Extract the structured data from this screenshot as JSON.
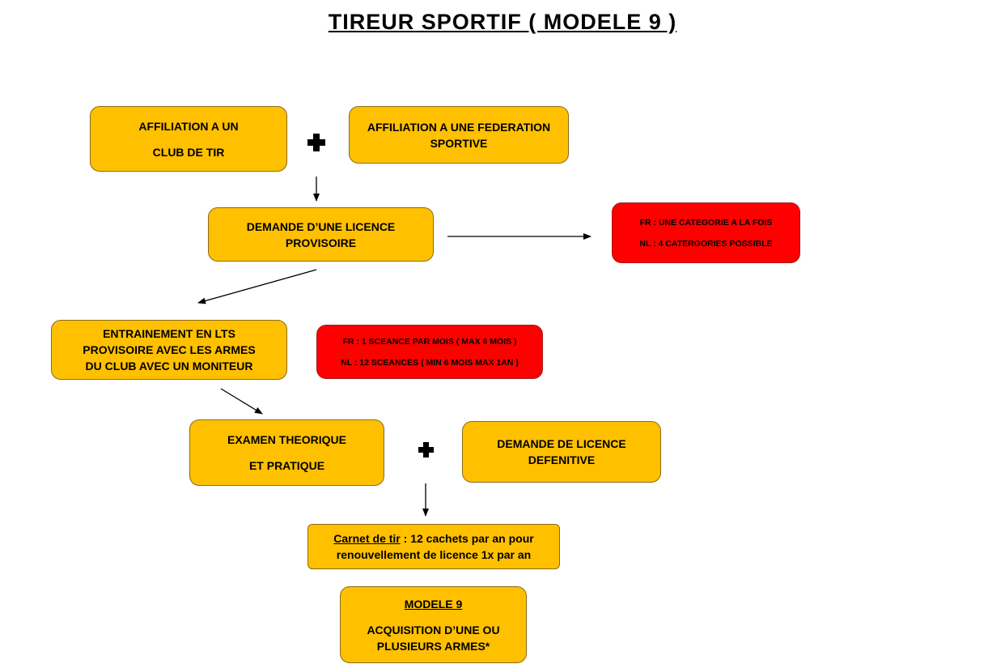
{
  "title": "TIREUR SPORTIF ( MODELE 9 )",
  "boxes": {
    "affiliation_club": {
      "line1": "AFFILIATION A UN",
      "line2": "CLUB DE TIR"
    },
    "affiliation_federation": {
      "line1": "AFFILIATION A UNE FEDERATION",
      "line2": "SPORTIVE"
    },
    "demande_licence_provisoire": {
      "line1": "DEMANDE D’UNE LICENCE",
      "line2": "PROVISOIRE"
    },
    "categories_note": {
      "line1": "FR : UNE CATEGORIE A LA FOIS",
      "line2": "NL : 4 CATERGORIES POSSIBLE"
    },
    "entrainement": {
      "line1": "ENTRAINEMENT EN LTS",
      "line2": "PROVISOIRE AVEC LES ARMES",
      "line3": "DU CLUB AVEC UN MONITEUR"
    },
    "seances_note": {
      "line1": "FR : 1 SCEANCE PAR MOIS ( MAX 6 MOIS )",
      "line2": "NL : 12 SCEANCES ( MIN 6 MOIS MAX 1AN )"
    },
    "examen": {
      "line1": "EXAMEN THEORIQUE",
      "line2": "ET PRATIQUE"
    },
    "demande_licence_definitive": {
      "line1": "DEMANDE DE LICENCE",
      "line2": "DEFENITIVE"
    },
    "carnet": {
      "label": "Carnet de tir",
      "line1_rest": " : 12 cachets par an pour",
      "line2": "renouvellement de licence 1x par an"
    },
    "modele9": {
      "heading": "MODELE 9",
      "line1": "ACQUISITION D’UNE OU",
      "line2": "PLUSIEURS ARMES*"
    }
  },
  "colors": {
    "box_fill": "#FFC000",
    "note_fill": "#FF0000",
    "connector": "#000000"
  },
  "icons": [
    "plus-icon",
    "plus-icon",
    "arrow-down",
    "arrow-right",
    "arrow-down-left",
    "arrow-down-right",
    "arrow-down"
  ]
}
